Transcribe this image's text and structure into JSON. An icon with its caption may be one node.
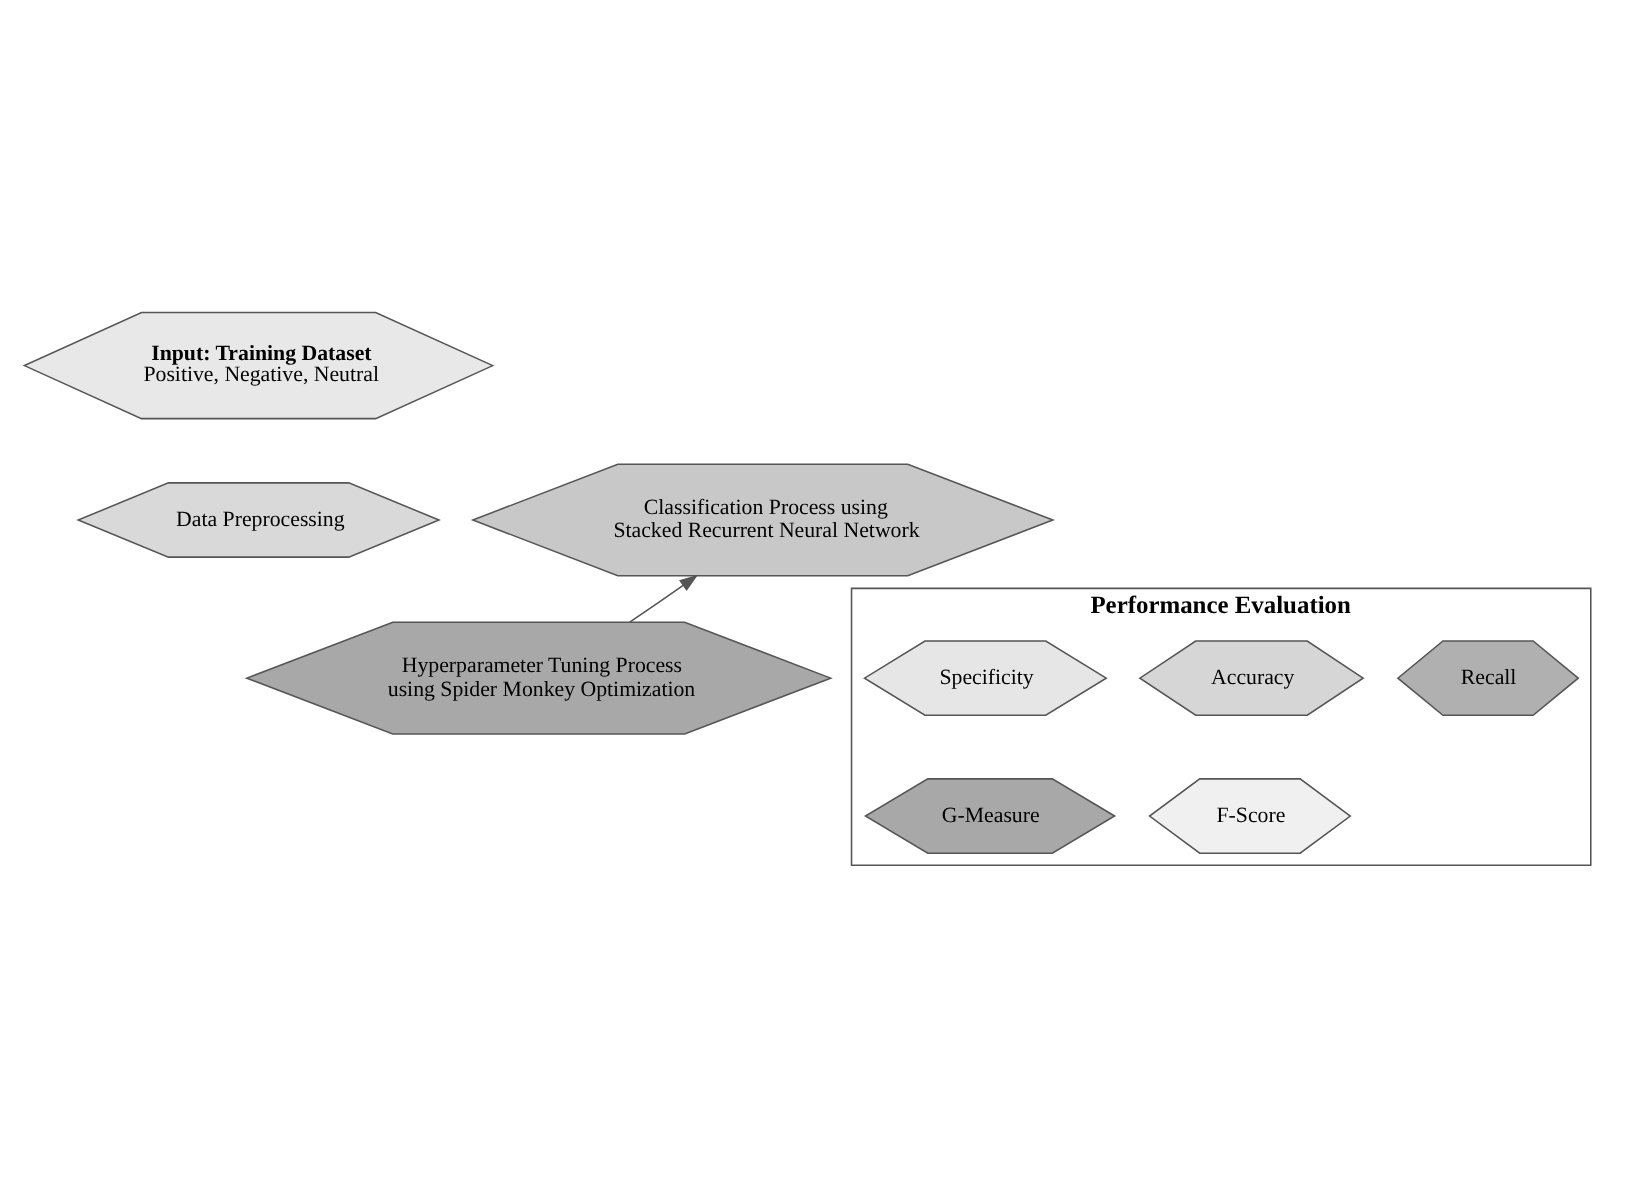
{
  "diagram": {
    "nodes": [
      {
        "text": [
          "Input: Training Dataset",
          "Positive, Negative, Neutral"
        ]
      },
      {
        "text": [
          "Data Preprocessing"
        ]
      },
      {
        "text": [
          "Classification Process using Stacked Recurrent Neural Network"
        ]
      },
      {
        "text": [
          "Hyperparameter Tuning Process using Spider Monkey Optimization"
        ]
      },
      {
        "text": [
          "Performance Evaluation"
        ]
      },
      {
        "text": [
          "Specificity"
        ],
        "in": 4
      },
      {
        "text": [
          "Accuracy"
        ],
        "in": 4
      },
      {
        "text": [
          "Recall"
        ],
        "in": 4
      },
      {
        "text": [
          "G-Measure"
        ],
        "in": 4
      },
      {
        "text": [
          "F-Score"
        ],
        "in": 4
      }
    ],
    "edges": [
      {
        "from": 3,
        "to": 2,
        "arrow": "to"
      }
    ]
  }
}
